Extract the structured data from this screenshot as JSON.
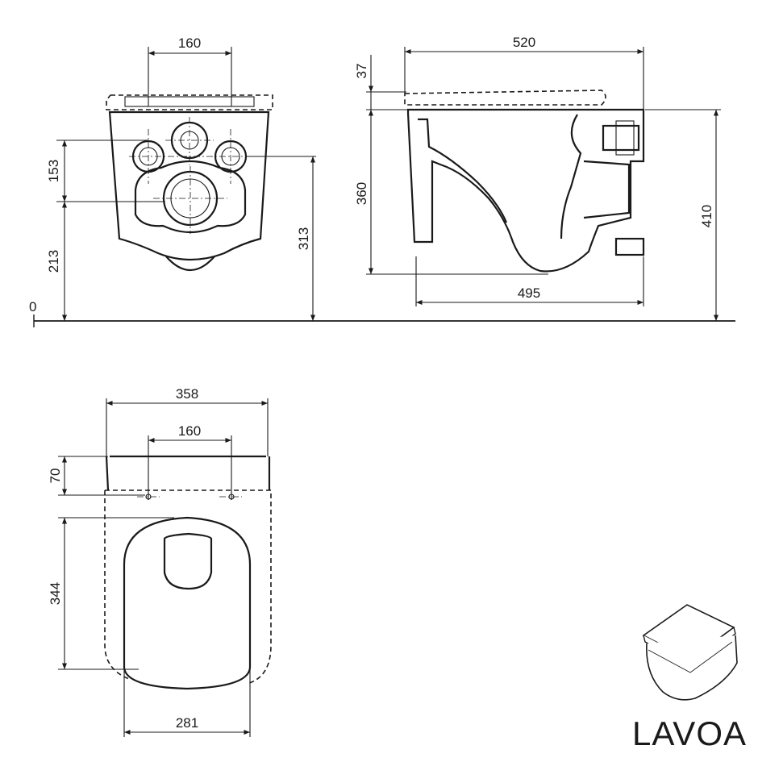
{
  "dimensions": {
    "front_top_width": "160",
    "front_height_153": "153",
    "front_height_213": "213",
    "front_height_313": "313",
    "zero_label": "0",
    "side_seat_37": "37",
    "side_length_520": "520",
    "side_height_360": "360",
    "side_height_410": "410",
    "side_length_495": "495",
    "top_width_358": "358",
    "top_width_160": "160",
    "top_depth_70": "70",
    "top_depth_344": "344",
    "top_width_281": "281"
  },
  "brand": {
    "name": "LAVOA"
  }
}
